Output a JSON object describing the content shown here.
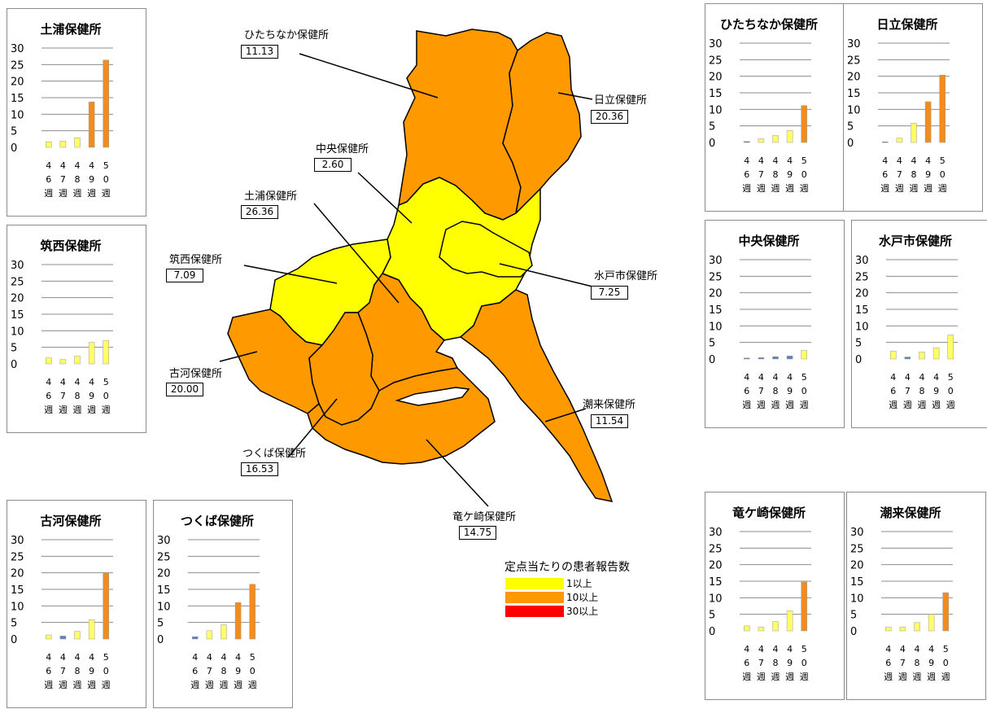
{
  "colors": {
    "level1": "#ffff00",
    "level10": "#ff9900",
    "level30": "#ff0000",
    "bar_yellow": "#ffff66",
    "bar_orange": "#f28c1e",
    "bar_blue": "#5b7fbf",
    "map_outline": "#000000"
  },
  "legend": {
    "title": "定点当たりの患者報告数",
    "items": [
      {
        "label": "1以上",
        "color": "#ffff00"
      },
      {
        "label": "10以上",
        "color": "#ff9900"
      },
      {
        "label": "30以上",
        "color": "#ff0000"
      }
    ]
  },
  "weeks": [
    "4\n6\n週",
    "4\n7\n週",
    "4\n8\n週",
    "4\n9\n週",
    "5\n0\n週"
  ],
  "map_regions": [
    {
      "name": "ひたちなか保健所",
      "value": "11.13"
    },
    {
      "name": "日立保健所",
      "value": "20.36"
    },
    {
      "name": "中央保健所",
      "value": "2.60"
    },
    {
      "name": "土浦保健所",
      "value": "26.36"
    },
    {
      "name": "筑西保健所",
      "value": "7.09"
    },
    {
      "name": "水戸市保健所",
      "value": "7.25"
    },
    {
      "name": "古河保健所",
      "value": "20.00"
    },
    {
      "name": "つくば保健所",
      "value": "16.53"
    },
    {
      "name": "潮来保健所",
      "value": "11.54"
    },
    {
      "name": "竜ケ崎保健所",
      "value": "14.75"
    }
  ],
  "chart_data": [
    {
      "type": "bar",
      "title": "土浦保健所",
      "categories": [
        "46週",
        "47週",
        "48週",
        "49週",
        "50週"
      ],
      "values": [
        1.7,
        1.9,
        2.9,
        13.7,
        26.36
      ],
      "ylim": [
        0,
        30
      ],
      "ticks": [
        0,
        5,
        10,
        15,
        20,
        25,
        30
      ]
    },
    {
      "type": "bar",
      "title": "筑西保健所",
      "categories": [
        "46週",
        "47週",
        "48週",
        "49週",
        "50週"
      ],
      "values": [
        1.8,
        1.3,
        2.3,
        6.5,
        7.09
      ],
      "ylim": [
        0,
        30
      ],
      "ticks": [
        0,
        5,
        10,
        15,
        20,
        25,
        30
      ]
    },
    {
      "type": "bar",
      "title": "古河保健所",
      "categories": [
        "46週",
        "47週",
        "48週",
        "49週",
        "50週"
      ],
      "values": [
        1.2,
        0.9,
        2.3,
        5.8,
        20.0
      ],
      "ylim": [
        0,
        30
      ],
      "ticks": [
        0,
        5,
        10,
        15,
        20,
        25,
        30
      ]
    },
    {
      "type": "bar",
      "title": "つくば保健所",
      "categories": [
        "46週",
        "47週",
        "48週",
        "49週",
        "50週"
      ],
      "values": [
        0.7,
        2.5,
        4.3,
        11.0,
        16.53
      ],
      "ylim": [
        0,
        30
      ],
      "ticks": [
        0,
        5,
        10,
        15,
        20,
        25,
        30
      ]
    },
    {
      "type": "bar",
      "title": "ひたちなか保健所",
      "categories": [
        "46週",
        "47週",
        "48週",
        "49週",
        "50週"
      ],
      "values": [
        0.3,
        1.1,
        2.1,
        3.6,
        11.13
      ],
      "ylim": [
        0,
        30
      ],
      "ticks": [
        0,
        5,
        10,
        15,
        20,
        25,
        30
      ]
    },
    {
      "type": "bar",
      "title": "日立保健所",
      "categories": [
        "46週",
        "47週",
        "48週",
        "49週",
        "50週"
      ],
      "values": [
        0.2,
        1.3,
        5.8,
        12.3,
        20.36
      ],
      "ylim": [
        0,
        30
      ],
      "ticks": [
        0,
        5,
        10,
        15,
        20,
        25,
        30
      ]
    },
    {
      "type": "bar",
      "title": "中央保健所",
      "categories": [
        "46週",
        "47週",
        "48週",
        "49週",
        "50週"
      ],
      "values": [
        0.3,
        0.4,
        0.7,
        0.9,
        2.6
      ],
      "ylim": [
        0,
        30
      ],
      "ticks": [
        0,
        5,
        10,
        15,
        20,
        25,
        30
      ]
    },
    {
      "type": "bar",
      "title": "水戸市保健所",
      "categories": [
        "46週",
        "47週",
        "48週",
        "49週",
        "50週"
      ],
      "values": [
        2.4,
        0.6,
        2.1,
        3.4,
        7.25
      ],
      "ylim": [
        0,
        30
      ],
      "ticks": [
        0,
        5,
        10,
        15,
        20,
        25,
        30
      ]
    },
    {
      "type": "bar",
      "title": "竜ケ崎保健所",
      "categories": [
        "46週",
        "47週",
        "48週",
        "49週",
        "50週"
      ],
      "values": [
        1.5,
        1.1,
        2.8,
        6.1,
        14.75
      ],
      "ylim": [
        0,
        30
      ],
      "ticks": [
        0,
        5,
        10,
        15,
        20,
        25,
        30
      ]
    },
    {
      "type": "bar",
      "title": "潮来保健所",
      "categories": [
        "46週",
        "47週",
        "48週",
        "49週",
        "50週"
      ],
      "values": [
        1.1,
        1.1,
        2.5,
        5.0,
        11.54
      ],
      "ylim": [
        0,
        30
      ],
      "ticks": [
        0,
        5,
        10,
        15,
        20,
        25,
        30
      ]
    }
  ]
}
